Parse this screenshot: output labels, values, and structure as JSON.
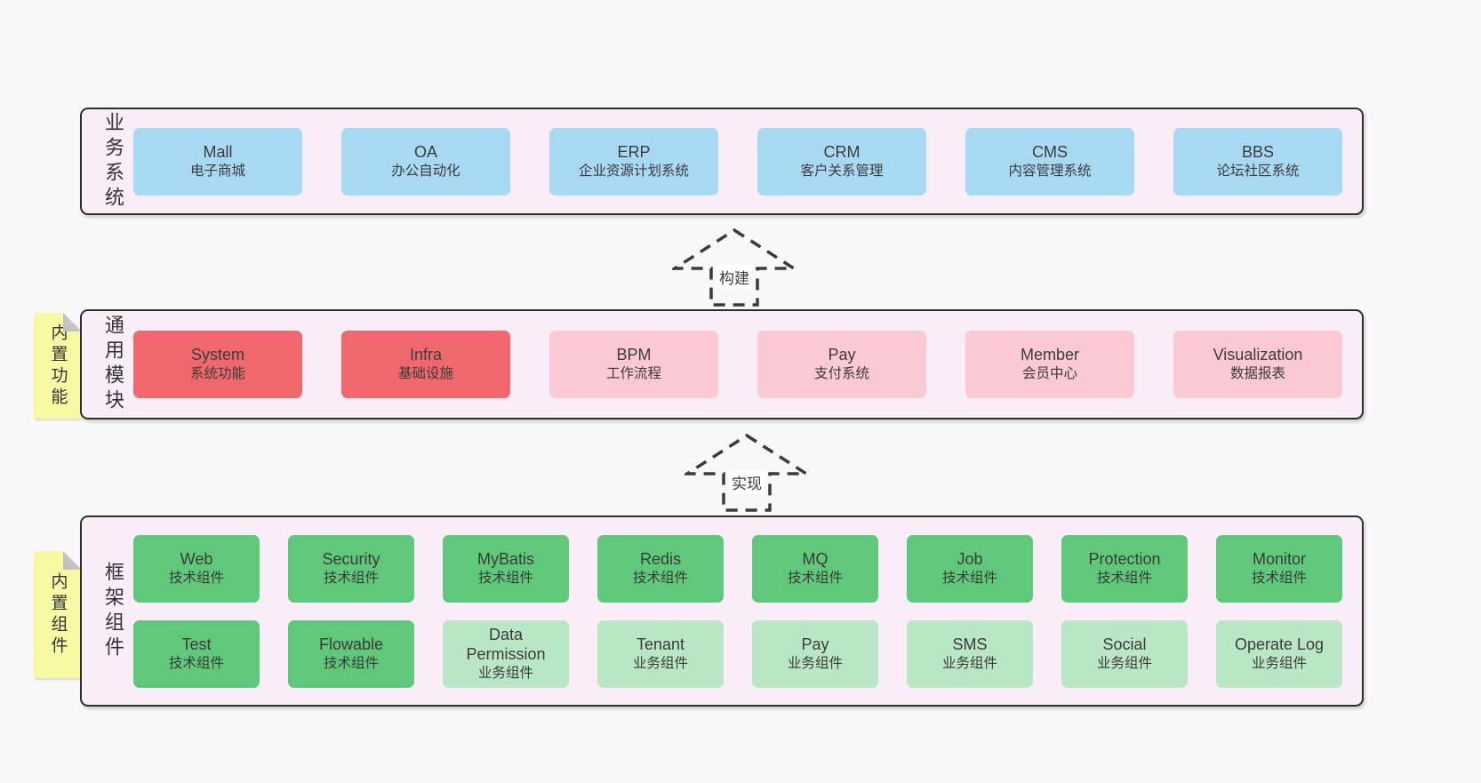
{
  "colors": {
    "page_bg": "#f8f8f8",
    "panel_bg": "#f9eef7",
    "panel_border": "#2e2e2e",
    "business_box": "#a8d9f2",
    "core_module_box": "#f0686d",
    "extension_module_box": "#fbc9d3",
    "tech_component_box": "#5fc87a",
    "biz_component_box": "#b9e7c5",
    "sticky_tag_bg": "#f8f9a2",
    "text": "#3b3b3b"
  },
  "arrows": [
    {
      "label": "构建"
    },
    {
      "label": "实现"
    }
  ],
  "sections": {
    "business": {
      "label": "业务系统",
      "boxes": [
        {
          "name": "Mall",
          "subtitle": "电子商城"
        },
        {
          "name": "OA",
          "subtitle": "办公自动化"
        },
        {
          "name": "ERP",
          "subtitle": "企业资源计划系统"
        },
        {
          "name": "CRM",
          "subtitle": "客户关系管理"
        },
        {
          "name": "CMS",
          "subtitle": "内容管理系统"
        },
        {
          "name": "BBS",
          "subtitle": "论坛社区系统"
        }
      ]
    },
    "modules": {
      "label": "通用模块",
      "tag": "内置功能",
      "boxes": [
        {
          "name": "System",
          "subtitle": "系统功能"
        },
        {
          "name": "Infra",
          "subtitle": "基础设施"
        },
        {
          "name": "BPM",
          "subtitle": "工作流程"
        },
        {
          "name": "Pay",
          "subtitle": "支付系统"
        },
        {
          "name": "Member",
          "subtitle": "会员中心"
        },
        {
          "name": "Visualization",
          "subtitle": "数据报表"
        }
      ]
    },
    "framework": {
      "label": "框架组件",
      "tag": "内置组件",
      "rows": [
        [
          {
            "name": "Web",
            "subtitle": "技术组件"
          },
          {
            "name": "Security",
            "subtitle": "技术组件"
          },
          {
            "name": "MyBatis",
            "subtitle": "技术组件"
          },
          {
            "name": "Redis",
            "subtitle": "技术组件"
          },
          {
            "name": "MQ",
            "subtitle": "技术组件"
          },
          {
            "name": "Job",
            "subtitle": "技术组件"
          },
          {
            "name": "Protection",
            "subtitle": "技术组件"
          },
          {
            "name": "Monitor",
            "subtitle": "技术组件"
          }
        ],
        [
          {
            "name": "Test",
            "subtitle": "技术组件"
          },
          {
            "name": "Flowable",
            "subtitle": "技术组件"
          },
          {
            "name": "Data Permission",
            "subtitle": "业务组件"
          },
          {
            "name": "Tenant",
            "subtitle": "业务组件"
          },
          {
            "name": "Pay",
            "subtitle": "业务组件"
          },
          {
            "name": "SMS",
            "subtitle": "业务组件"
          },
          {
            "name": "Social",
            "subtitle": "业务组件"
          },
          {
            "name": "Operate Log",
            "subtitle": "业务组件"
          }
        ]
      ]
    }
  }
}
